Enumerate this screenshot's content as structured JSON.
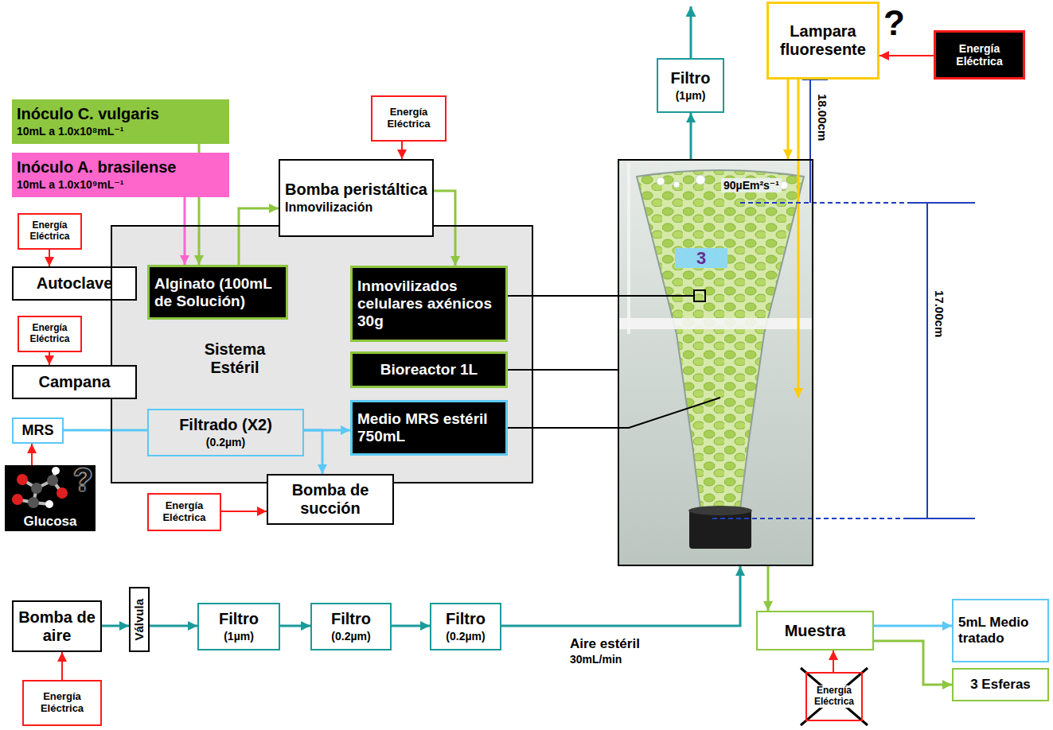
{
  "diagram": {
    "nodes": [
      {
        "text": [
          "Inóculo C. vulgaris",
          "10mL a 1.0x10⁸mL⁻¹"
        ]
      },
      {
        "text": [
          "Inóculo A. brasilense",
          "10mL a 1.0x10⁹mL⁻¹"
        ]
      },
      {
        "text": [
          "Energía Eléctrica"
        ]
      },
      {
        "text": [
          "Bomba peristáltica",
          "Inmovilización"
        ]
      },
      {
        "text": [
          "Energía Eléctrica"
        ]
      },
      {
        "text": [
          "Autoclave"
        ]
      },
      {
        "text": [
          "Sistema Estéril"
        ]
      },
      {
        "text": [
          "Alginato (100mL de Solución)"
        ],
        "in": 6
      },
      {
        "text": [
          "Inmovilizados celulares axénicos 30g"
        ],
        "in": 6
      },
      {
        "text": [
          "Bioreactor 1L"
        ],
        "in": 6
      },
      {
        "text": [
          "Energía Eléctrica"
        ]
      },
      {
        "text": [
          "Campana"
        ]
      },
      {
        "text": [
          "Filtrado (X2)",
          "(0.2µm)"
        ],
        "in": 6
      },
      {
        "text": [
          "Medio MRS estéril 750mL"
        ],
        "in": 6
      },
      {
        "text": [
          "MRS"
        ]
      },
      {
        "text": [
          "Glucosa"
        ]
      },
      {
        "text": [
          "Energía Eléctrica"
        ]
      },
      {
        "text": [
          "Bomba de succión"
        ]
      },
      {
        "text": [
          "Filtro",
          "(1µm)"
        ]
      },
      {
        "text": [
          "Lampara fluoresente"
        ]
      },
      {
        "text": [
          "Energía Eléctrica"
        ]
      },
      {
        "text": [
          "90µEm²s⁻¹",
          "3"
        ]
      },
      {
        "text": [
          "Bomba de aire"
        ]
      },
      {
        "text": [
          "Válvula"
        ]
      },
      {
        "text": [
          "Filtro",
          "(1µm)"
        ]
      },
      {
        "text": [
          "Filtro",
          "(0.2µm)"
        ]
      },
      {
        "text": [
          "Filtro",
          "(0.2µm)"
        ]
      },
      {
        "text": [
          "Energía Eléctrica"
        ]
      },
      {
        "text": [
          "Muestra"
        ]
      },
      {
        "text": [
          "Energía Eléctrica"
        ]
      },
      {
        "text": [
          "5mL Medio tratado"
        ]
      },
      {
        "text": [
          "3 Esferas"
        ]
      }
    ],
    "edges": [
      {
        "from": 0,
        "to": 7,
        "arrow": "to"
      },
      {
        "from": 1,
        "to": 7,
        "arrow": "to"
      },
      {
        "from": 7,
        "to": 3,
        "arrow": "to"
      },
      {
        "from": 3,
        "to": 8,
        "arrow": "to"
      },
      {
        "from": 2,
        "to": 3,
        "arrow": "to"
      },
      {
        "from": 4,
        "to": 5,
        "arrow": "to"
      },
      {
        "from": 10,
        "to": 11,
        "arrow": "to"
      },
      {
        "from": 14,
        "to": 12,
        "arrow": "none"
      },
      {
        "from": 12,
        "to": 13,
        "arrow": "to"
      },
      {
        "from": 12,
        "to": 17,
        "arrow": "to"
      },
      {
        "from": 16,
        "to": 17,
        "arrow": "to"
      },
      {
        "from": 15,
        "to": 14,
        "arrow": "to"
      },
      {
        "from": 8,
        "to": 21,
        "arrow": "none"
      },
      {
        "from": 9,
        "to": 21,
        "arrow": "none"
      },
      {
        "from": 13,
        "to": 21,
        "arrow": "none"
      },
      {
        "from": 22,
        "to": 23,
        "arrow": "to"
      },
      {
        "from": 23,
        "to": 24,
        "arrow": "to"
      },
      {
        "from": 24,
        "to": 25,
        "arrow": "to"
      },
      {
        "from": 25,
        "to": 26,
        "arrow": "to"
      },
      {
        "from": 26,
        "to": 21,
        "arrow": "to"
      },
      {
        "from": 21,
        "to": 18,
        "arrow": "to"
      },
      {
        "from": 19,
        "to": 21,
        "arrow": "to"
      },
      {
        "from": 20,
        "to": 19,
        "arrow": "to"
      },
      {
        "from": 21,
        "to": 28,
        "arrow": "to"
      },
      {
        "from": 29,
        "to": 28,
        "arrow": "to"
      },
      {
        "from": 28,
        "to": 30,
        "arrow": "to"
      },
      {
        "from": 28,
        "to": 31,
        "arrow": "to"
      },
      {
        "from": 27,
        "to": 22,
        "arrow": "to"
      }
    ],
    "labels": [
      "18.00cm",
      "17.00cm",
      "Aire estéril",
      "30mL/min",
      "?",
      "?"
    ]
  }
}
